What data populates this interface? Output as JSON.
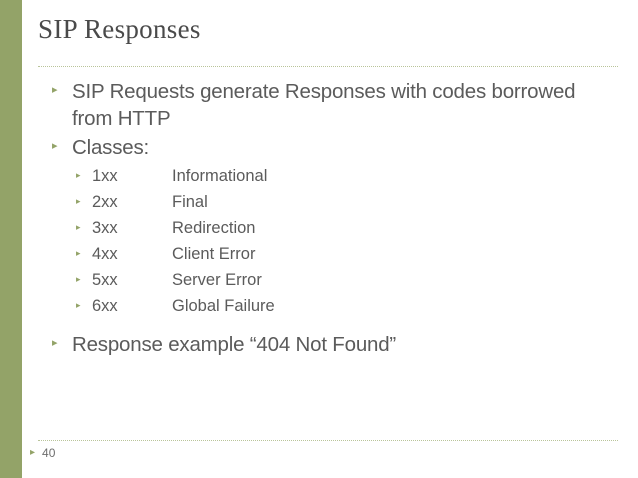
{
  "slide": {
    "title": "SIP Responses",
    "page_number": "40",
    "accent_color": "#93a368",
    "text_color": "#5b5b5b",
    "bullet_glyph": "▸",
    "sub_bullet_glyph": "▸",
    "bullets": [
      {
        "text": "SIP Requests generate Responses with codes borrowed from HTTP"
      },
      {
        "text": "Classes:"
      },
      {
        "text": "Response example “404 Not Found”"
      }
    ],
    "classes": [
      {
        "code": "1xx",
        "desc": "Informational"
      },
      {
        "code": "2xx",
        "desc": "Final"
      },
      {
        "code": "3xx",
        "desc": "Redirection"
      },
      {
        "code": "4xx",
        "desc": "Client Error"
      },
      {
        "code": "5xx",
        "desc": "Server Error"
      },
      {
        "code": "6xx",
        "desc": "Global Failure"
      }
    ]
  }
}
